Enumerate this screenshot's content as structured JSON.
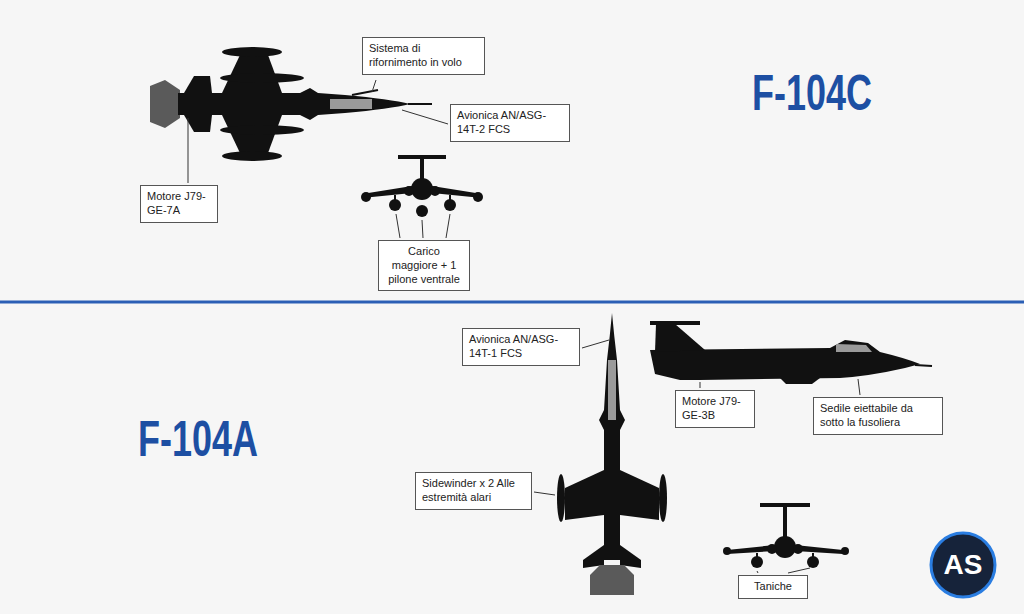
{
  "diagram": {
    "nodes": [
      {
        "text": [
          "Sistema di rifornimento in volo"
        ]
      },
      {
        "text": [
          "Avionica AN/ASG-14T-2 FCS"
        ]
      },
      {
        "text": [
          "Motore J79-GE-7A"
        ]
      },
      {
        "text": [
          "Carico maggiore + 1 pilone ventrale"
        ]
      },
      {
        "text": [
          "Avionica AN/ASG-14T-1 FCS"
        ]
      },
      {
        "text": [
          "Motore J79-GE-3B"
        ]
      },
      {
        "text": [
          "Sedile eiettabile da sotto la fusoliera"
        ]
      },
      {
        "text": [
          "Sidewinder x 2 Alle estremità alari"
        ]
      },
      {
        "text": [
          "Taniche"
        ]
      }
    ],
    "labels": [
      "F-104C",
      "F-104A",
      "AS"
    ]
  }
}
